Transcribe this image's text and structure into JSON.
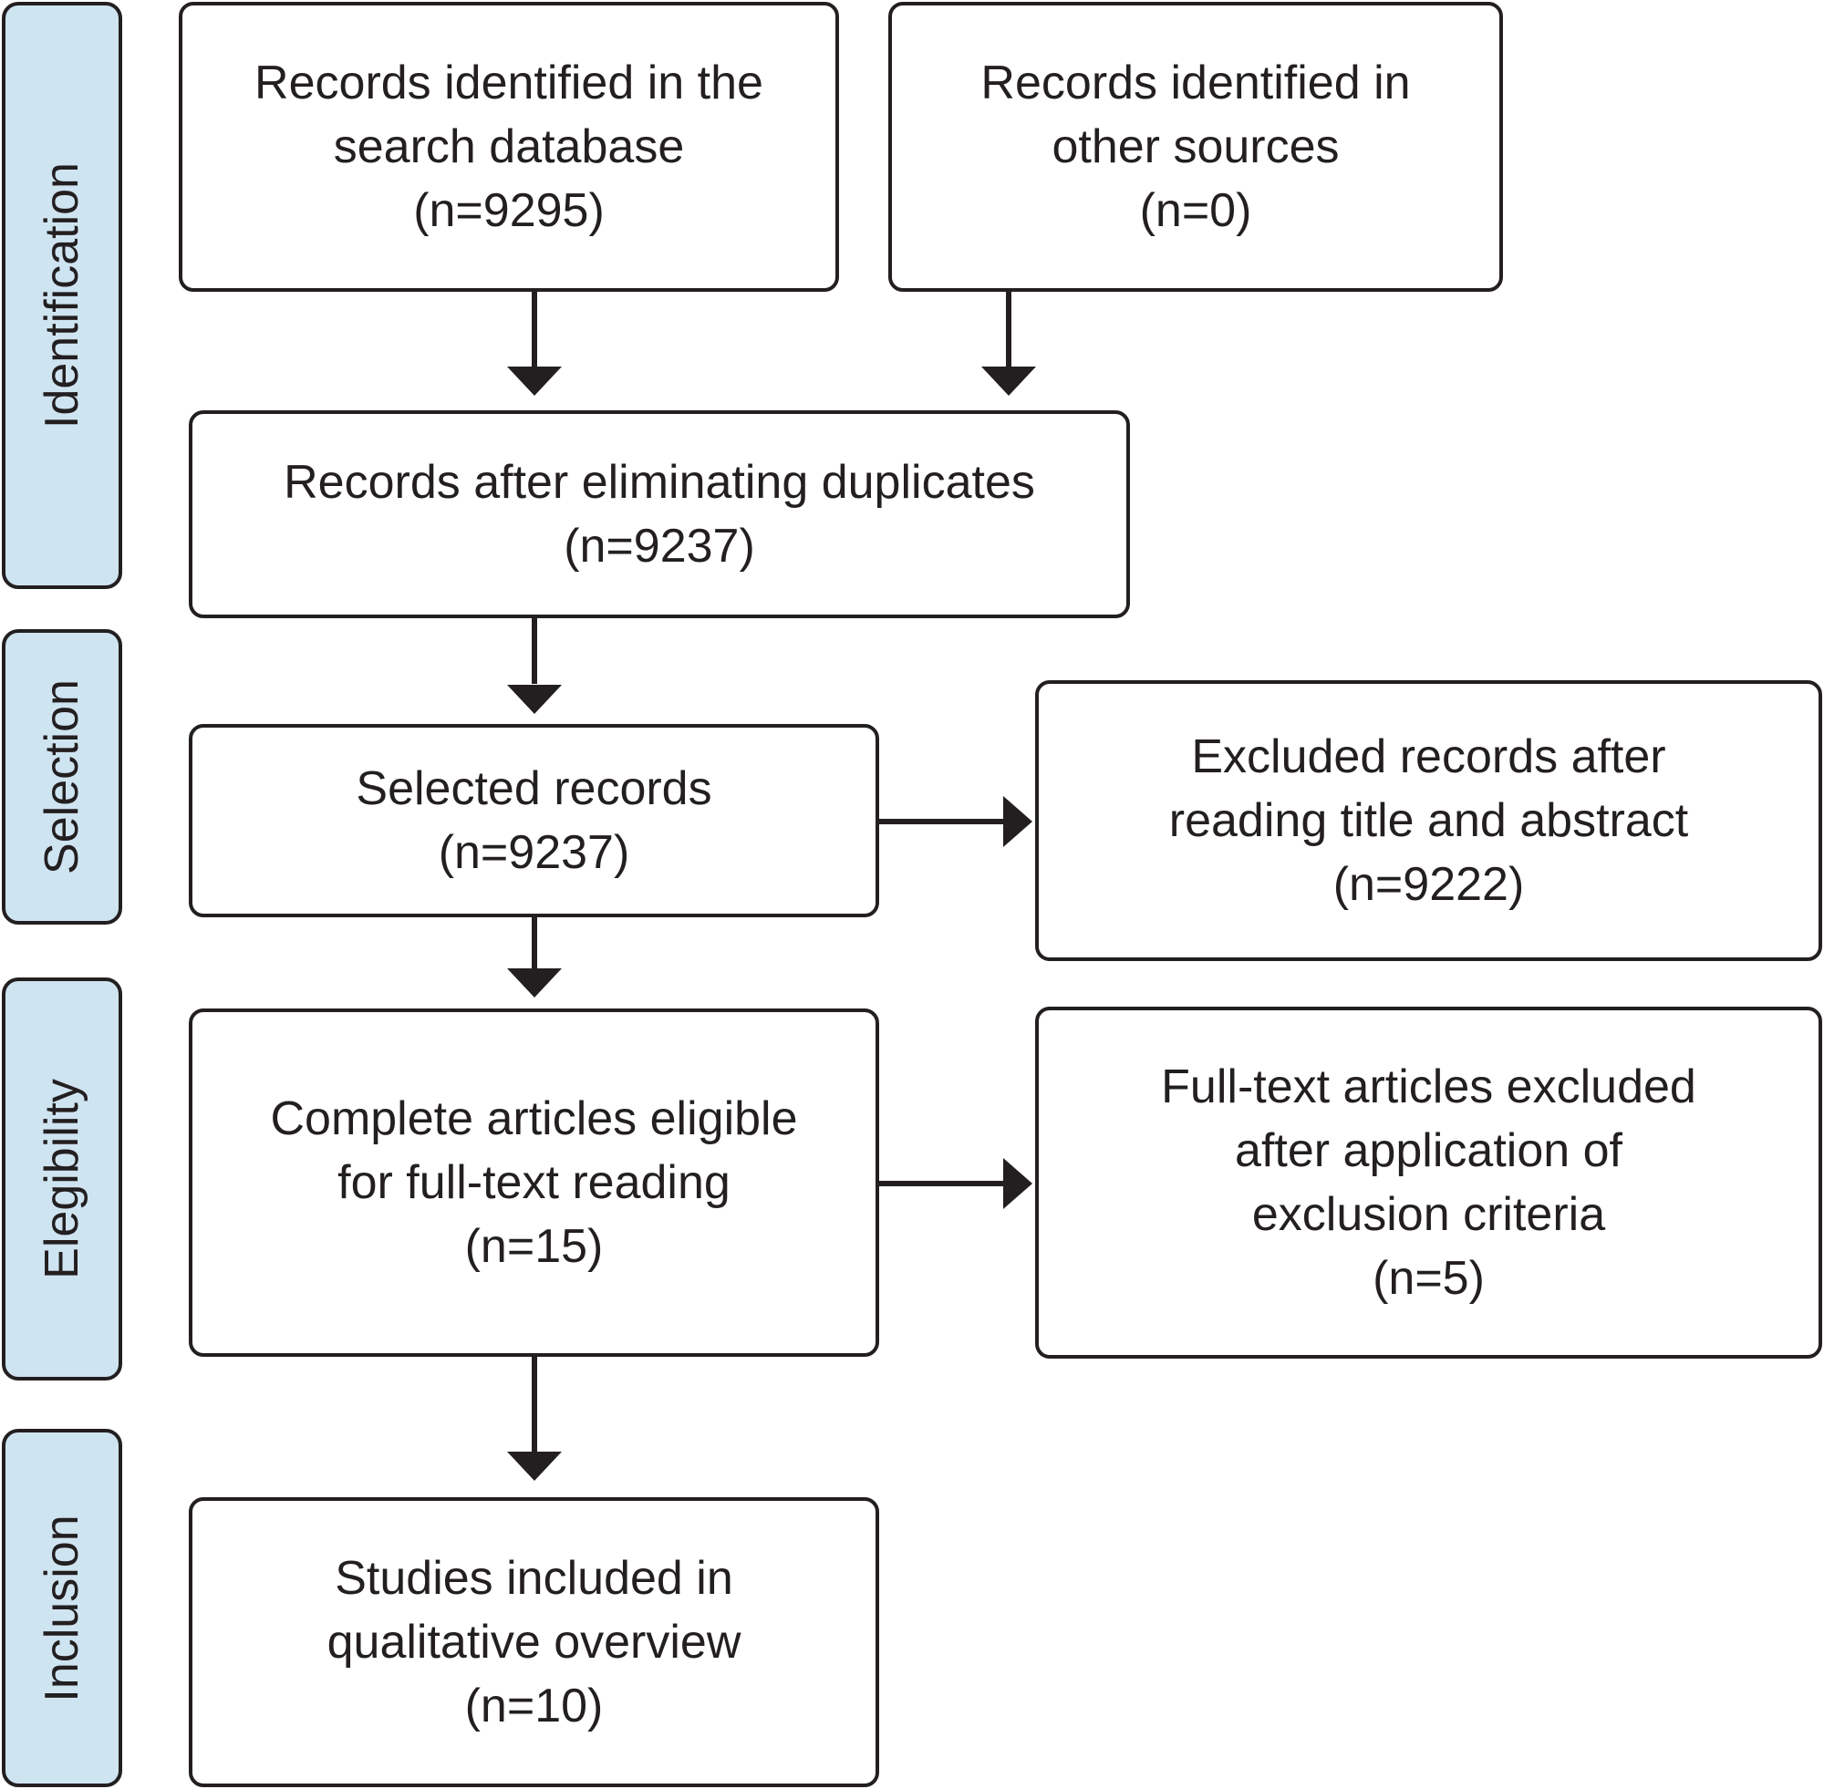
{
  "stages": {
    "identification": "Identification",
    "selection": "Selection",
    "eligibility": "Elegibility",
    "inclusion": "Inclusion"
  },
  "boxes": {
    "database_records": {
      "lines": [
        "Records identified in the",
        "search database",
        "(n=9295)"
      ]
    },
    "other_sources": {
      "lines": [
        "Records identified in",
        "other sources",
        "(n=0)"
      ]
    },
    "after_duplicates": {
      "lines": [
        "Records after eliminating duplicates",
        "(n=9237)"
      ]
    },
    "selected_records": {
      "lines": [
        "Selected records",
        "(n=9237)"
      ]
    },
    "excluded_title_abstract": {
      "lines": [
        "Excluded records after",
        "reading title and abstract",
        "(n=9222)"
      ]
    },
    "eligible_full_text": {
      "lines": [
        "Complete articles eligible",
        "for full-text reading",
        "(n=15)"
      ]
    },
    "excluded_full_text": {
      "lines": [
        "Full-text articles excluded",
        "after application of",
        "exclusion criteria",
        "(n=5)"
      ]
    },
    "included_studies": {
      "lines": [
        "Studies included in",
        "qualitative overview",
        "(n=10)"
      ]
    }
  },
  "colors": {
    "stage_fill": "#cfe4f1",
    "stroke": "#231f20",
    "box_fill": "#ffffff"
  }
}
